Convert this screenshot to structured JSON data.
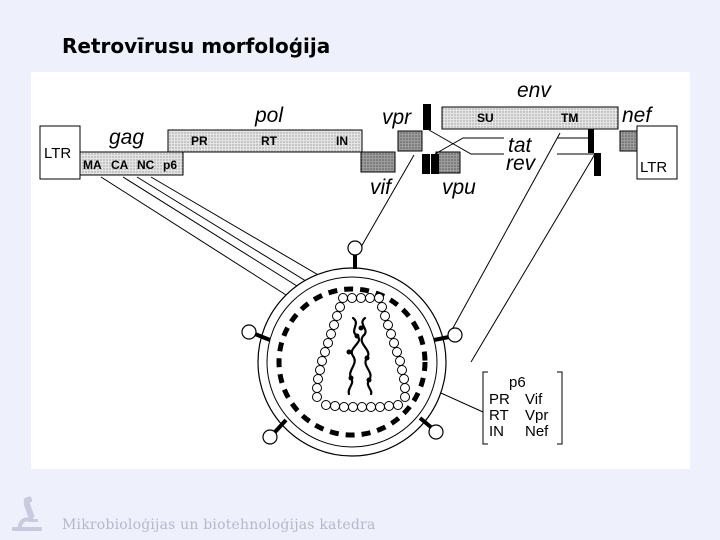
{
  "slide": {
    "title": "Retrovīrusu morfoloģija",
    "footer": "Mikrobioloģijas un biotehnoloģijas katedra",
    "logo_icon": "microscope-icon",
    "background": "#eef0fb",
    "footer_color": "#b5b8cc"
  },
  "genome": {
    "ltr_left": "LTR",
    "ltr_right": "LTR",
    "gag": {
      "name": "gag",
      "segments": [
        "MA",
        "CA",
        "NC",
        "p6"
      ]
    },
    "pol": {
      "name": "pol",
      "segments": [
        "PR",
        "RT",
        "IN"
      ]
    },
    "vif": "vif",
    "vpr": "vpr",
    "vpu": "vpu",
    "env": {
      "name": "env",
      "segments": [
        "SU",
        "TM"
      ]
    },
    "tat": "tat",
    "rev": "rev",
    "nef": "nef"
  },
  "legend": {
    "header": "p6",
    "rows": [
      [
        "PR",
        "Vif"
      ],
      [
        "RT",
        "Vpr"
      ],
      [
        "IN",
        "Nef"
      ]
    ]
  }
}
